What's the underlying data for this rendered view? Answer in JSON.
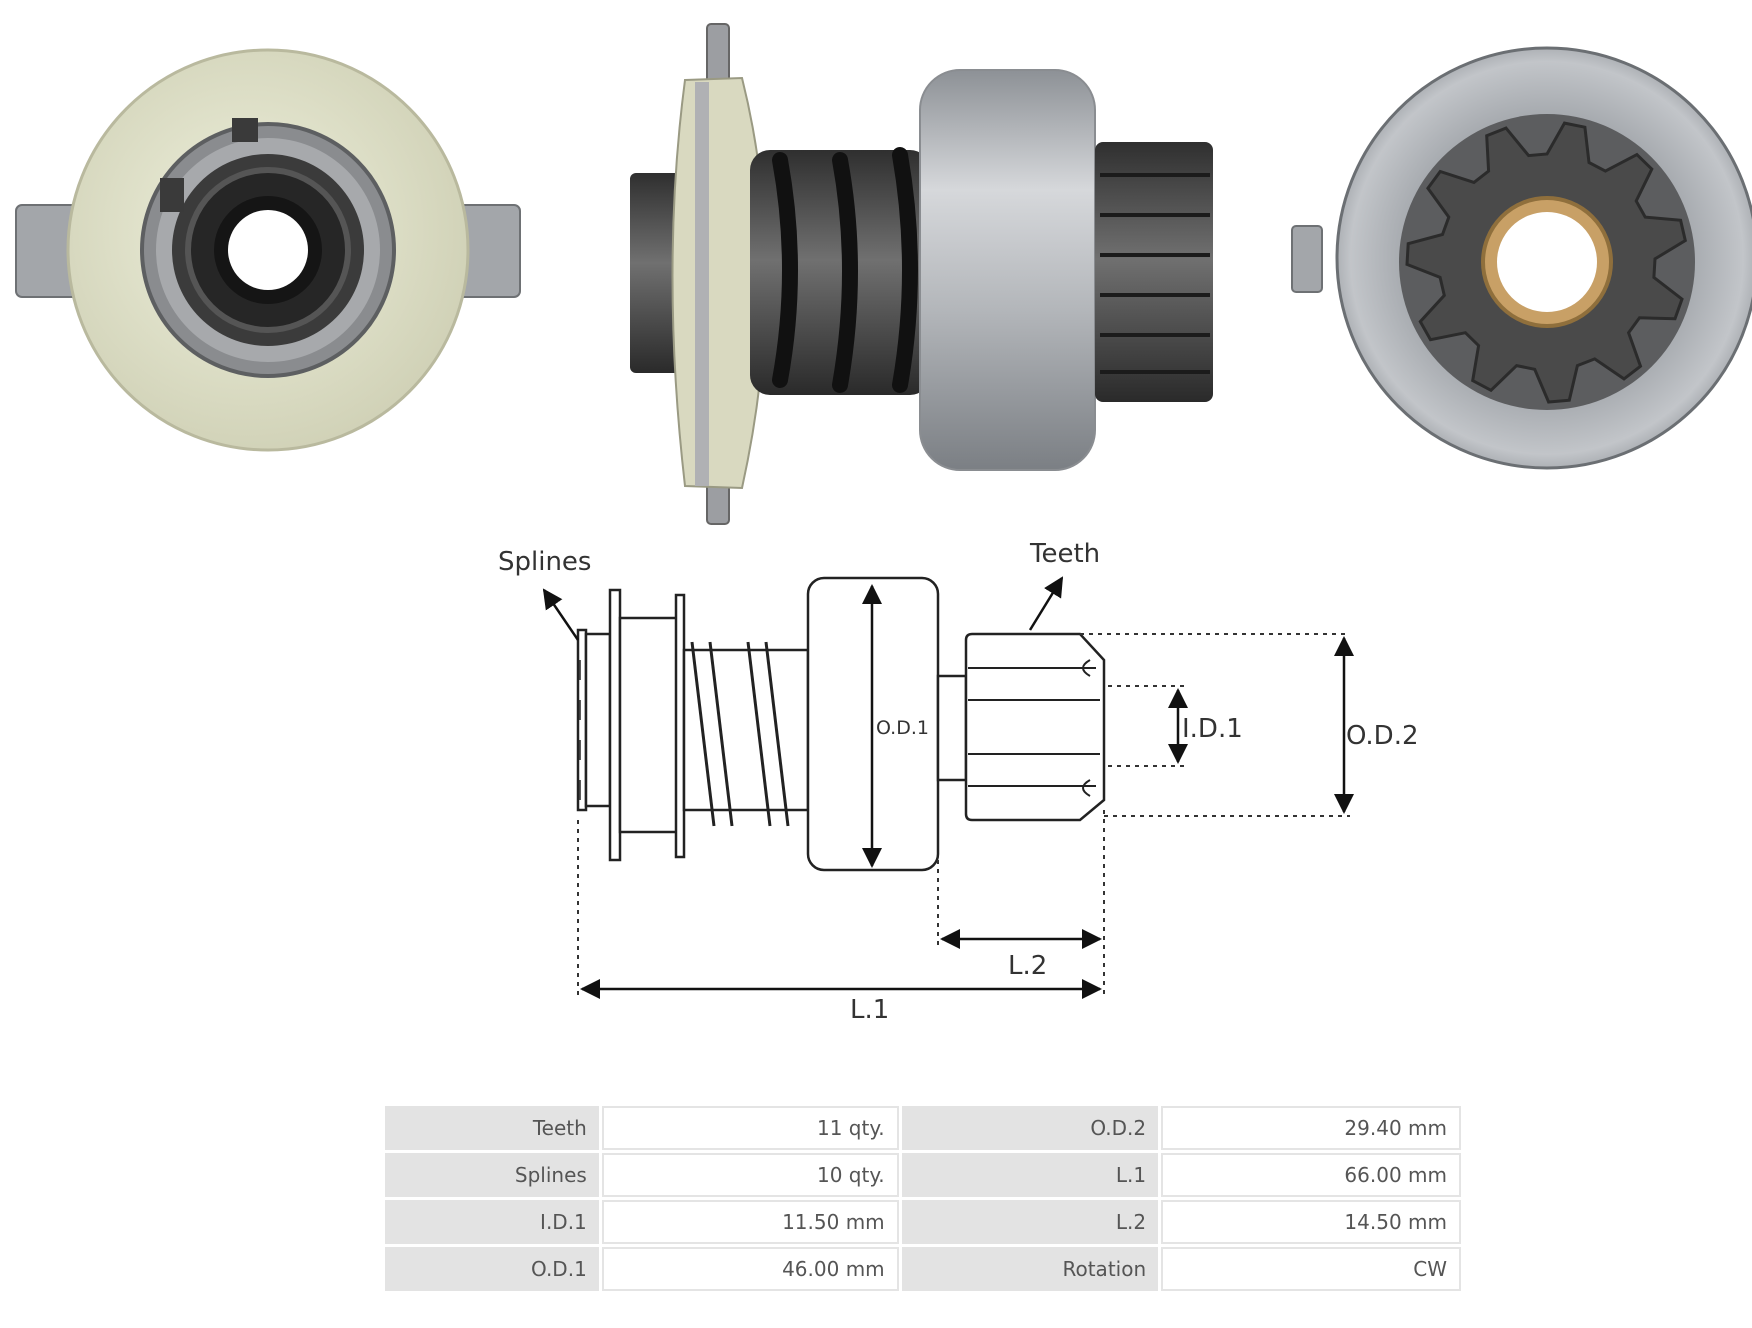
{
  "diagram_labels": {
    "splines": "Splines",
    "teeth": "Teeth",
    "od1": "O.D.1",
    "id1": "I.D.1",
    "od2": "O.D.2",
    "l2": "L.2",
    "l1": "L.1"
  },
  "specs": [
    {
      "k1": "Teeth",
      "v1": "11 qty.",
      "k2": "O.D.2",
      "v2": "29.40 mm"
    },
    {
      "k1": "Splines",
      "v1": "10 qty.",
      "k2": "L.1",
      "v2": "66.00 mm"
    },
    {
      "k1": "I.D.1",
      "v1": "11.50 mm",
      "k2": "L.2",
      "v2": "14.50 mm"
    },
    {
      "k1": "O.D.1",
      "v1": "46.00 mm",
      "k2": "Rotation",
      "v2": "CW"
    }
  ],
  "colors": {
    "cream": "#e2e2cb",
    "steel": "#b9bcc0",
    "dark_metal": "#4a4a4a",
    "bronze": "#c8a066"
  }
}
